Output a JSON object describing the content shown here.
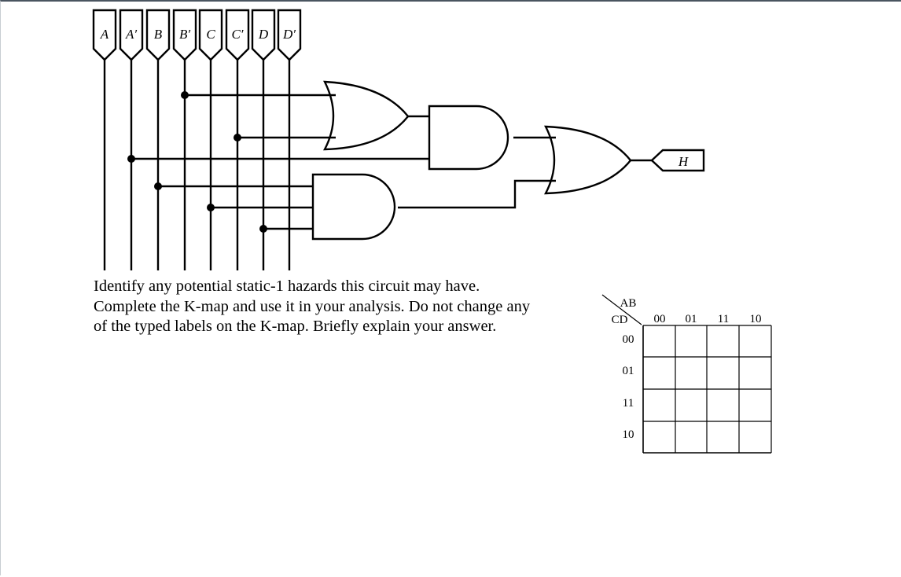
{
  "inputs": [
    "A",
    "A′",
    "B",
    "B′",
    "C",
    "C′",
    "D",
    "D′"
  ],
  "output": "H",
  "question": {
    "lines": [
      "Identify any potential static-1 hazards this circuit may have.",
      "Complete the K-map and use it in your analysis.  Do not change any",
      "of the typed labels on the K-map.  Briefly explain your answer."
    ]
  },
  "kmap": {
    "row_var": "CD",
    "col_var": "AB",
    "col_labels": [
      "00",
      "01",
      "11",
      "10"
    ],
    "row_labels": [
      "00",
      "01",
      "11",
      "10"
    ],
    "cells": [
      [
        "",
        "",
        "",
        ""
      ],
      [
        "",
        "",
        "",
        ""
      ],
      [
        "",
        "",
        "",
        ""
      ],
      [
        "",
        "",
        "",
        ""
      ]
    ]
  }
}
